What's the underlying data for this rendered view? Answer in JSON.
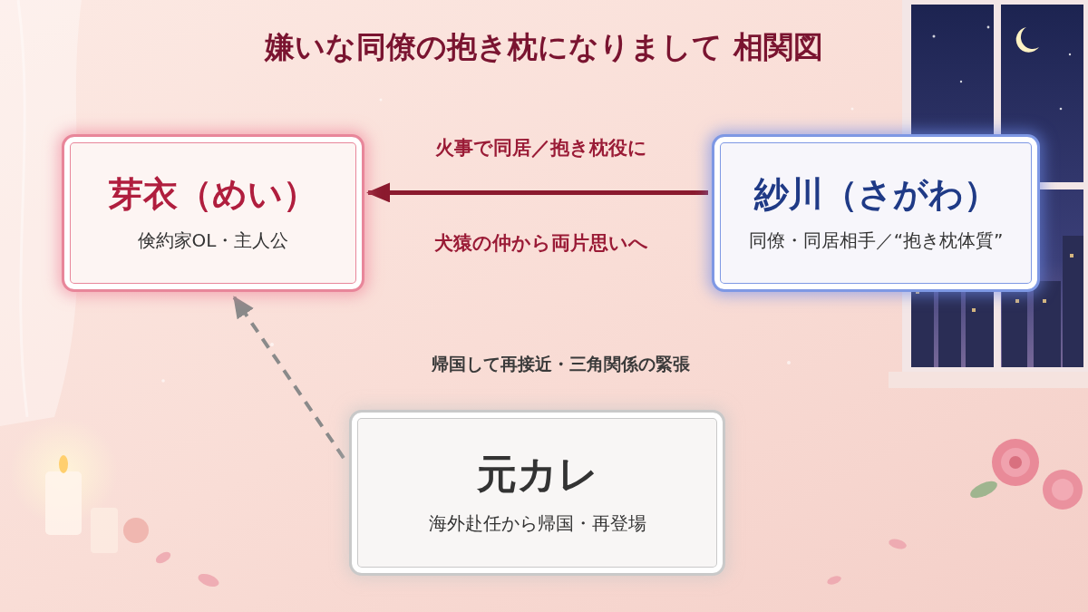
{
  "diagram": {
    "title": "嫌いな同僚の抱き枕になりまして 相関図",
    "nodes": [
      {
        "text": [
          "芽衣（めい）",
          "倹約家OL・主人公"
        ]
      },
      {
        "text": [
          "紗川（さがわ）",
          "同僚・同居相手／“抱き枕体質”"
        ]
      },
      {
        "text": [
          "元カレ",
          "海外赴任から帰国・再登場"
        ]
      }
    ],
    "edges": [
      {
        "from": 1,
        "to": 0,
        "arrow": "to",
        "label": "火事で同居／抱き枕役に"
      },
      {
        "from": 2,
        "to": 0,
        "arrow": "to",
        "label": "帰国して再接近・三角関係の緊張"
      }
    ],
    "labels": [
      "犬猿の仲から両片思いへ"
    ]
  }
}
